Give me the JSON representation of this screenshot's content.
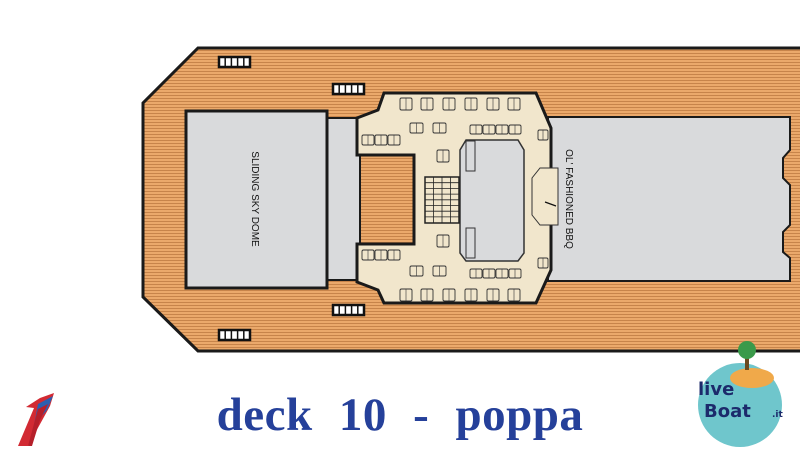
{
  "title": "deck 10  -  poppa",
  "areas": {
    "sky_dome": "SLIDING SKY DOME",
    "bbq": "OL' FASHIONED BBQ"
  },
  "logos": {
    "left": "Carnival funnel logo",
    "right": "LiveBoat.it"
  },
  "colors": {
    "deck_wood": "#e9a76a",
    "wood_line": "#c98347",
    "indoor_gray": "#d9dadc",
    "cafe_floor": "#f1e6cc",
    "outline": "#1a1a1a",
    "title_blue": "#25409a"
  }
}
